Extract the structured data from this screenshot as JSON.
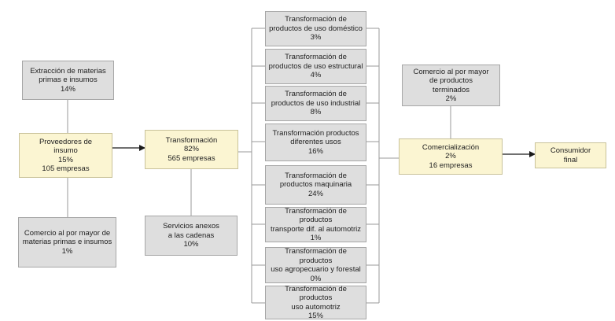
{
  "nodes": {
    "extraccion": {
      "lines": [
        "Extracción de materias",
        "primas e insumos",
        "14%"
      ]
    },
    "proveedores": {
      "lines": [
        "Proveedores de",
        "insumo",
        "15%",
        "105 empresas"
      ]
    },
    "comercio_materias": {
      "lines": [
        "Comercio al por mayor de",
        "materias primas e insumos",
        "1%"
      ]
    },
    "transformacion": {
      "lines": [
        "Transformación",
        "82%",
        "565 empresas"
      ]
    },
    "servicios": {
      "lines": [
        "Servicios anexos",
        "a las cadenas",
        "10%"
      ]
    },
    "t_domestico": {
      "lines": [
        "Transformación de",
        "productos de uso doméstico",
        "3%"
      ]
    },
    "t_estructural": {
      "lines": [
        "Transformación de",
        "productos de uso estructural",
        "4%"
      ]
    },
    "t_industrial": {
      "lines": [
        "Transformación de",
        "productos de uso industrial",
        "8%"
      ]
    },
    "t_diferentes": {
      "lines": [
        "Transformación productos",
        "diferentes usos",
        "16%"
      ]
    },
    "t_maquinaria": {
      "lines": [
        "Transformación de",
        "productos maquinaria",
        "24%"
      ]
    },
    "t_transporte": {
      "lines": [
        "Transformación de productos",
        "transporte dif. al automotriz",
        "1%"
      ]
    },
    "t_agropecuario": {
      "lines": [
        "Transformación de productos",
        "uso agropecuario y forestal",
        "0%"
      ]
    },
    "t_automotriz": {
      "lines": [
        "Transformación de productos",
        "uso automotriz",
        "15%"
      ]
    },
    "comercio_terminados": {
      "lines": [
        "Comercio al por mayor",
        "de productos",
        "terminados",
        "2%"
      ]
    },
    "comercializacion": {
      "lines": [
        "Comercialización",
        "2%",
        "16 empresas"
      ]
    },
    "consumidor": {
      "lines": [
        "Consumidor",
        "final"
      ]
    }
  },
  "colors": {
    "gray_box": "#dedede",
    "yellow_box": "#fbf5d2",
    "line": "#9a9a9a",
    "arrow": "#1a1a1a"
  }
}
